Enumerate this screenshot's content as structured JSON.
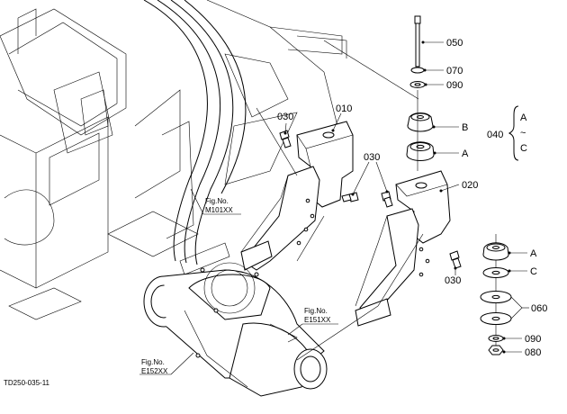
{
  "drawing_code": "TD250-035-11",
  "group_label": "040",
  "group_letters": {
    "top": "A",
    "tilde": "~",
    "bottom": "C"
  },
  "callouts": {
    "p050": "050",
    "p070": "070",
    "p090a": "090",
    "b_top": "B",
    "a_top": "A",
    "p030a": "030",
    "p010": "010",
    "p030b": "030",
    "p020": "020",
    "a_mid": "A",
    "c_mid": "C",
    "p030c": "030",
    "p060": "060",
    "p090b": "090",
    "p080": "080"
  },
  "figrefs": [
    {
      "line1": "Fig.No.",
      "line2": "M101XX"
    },
    {
      "line1": "Fig.No.",
      "line2": "E151XX"
    },
    {
      "line1": "Fig.No.",
      "line2": "E152XX"
    }
  ]
}
